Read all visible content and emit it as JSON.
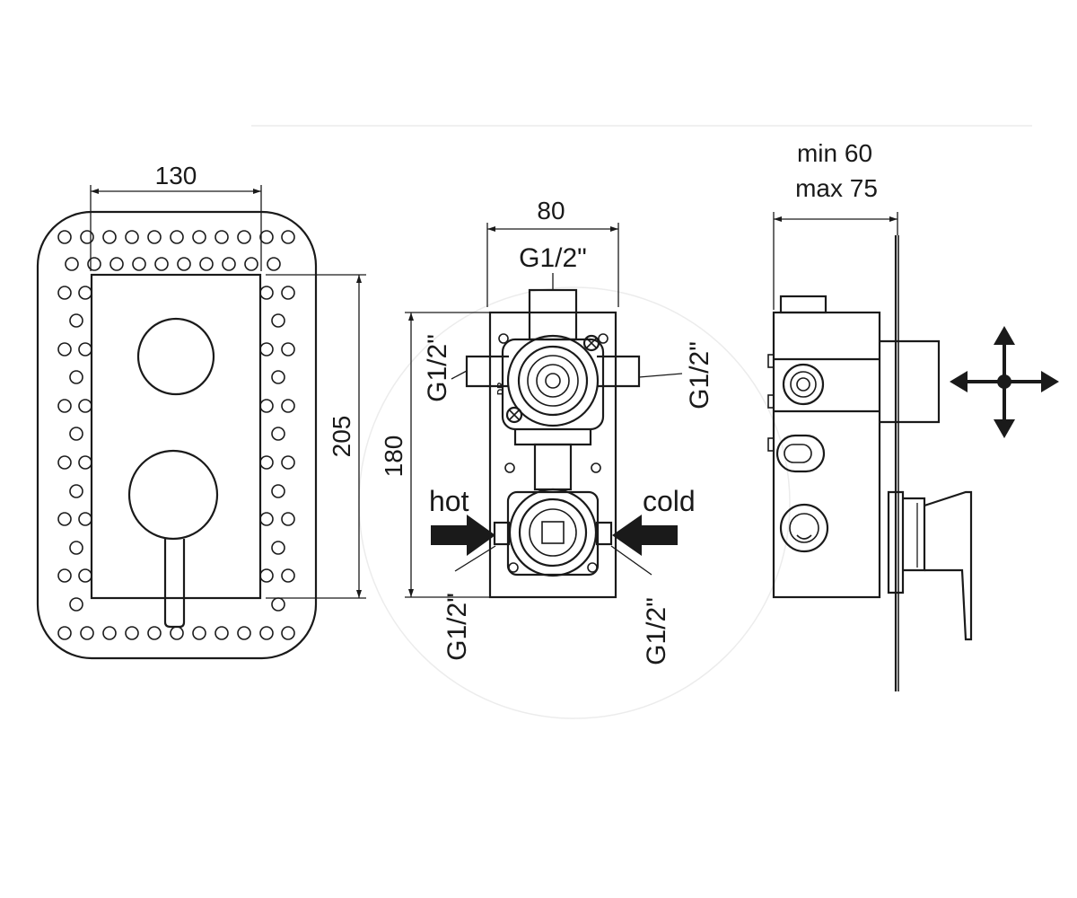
{
  "front_view": {
    "width_dim": "130",
    "height_dim": "205"
  },
  "valve_view": {
    "width_dim": "80",
    "height_dim": "180",
    "top_connection": "G1/2\"",
    "left_connection": "G1/2\"",
    "right_connection": "G1/2\"",
    "bottom_left_connection": "G1/2\"",
    "bottom_right_connection": "G1/2\"",
    "hot_label": "hot",
    "cold_label": "cold"
  },
  "side_view": {
    "depth_min": "min 60",
    "depth_max": "max 75"
  },
  "colors": {
    "line": "#1a1a1a",
    "background": "#ffffff"
  },
  "icons": [
    "arrow-right-icon",
    "arrow-left-icon",
    "four-way-arrow-icon"
  ]
}
